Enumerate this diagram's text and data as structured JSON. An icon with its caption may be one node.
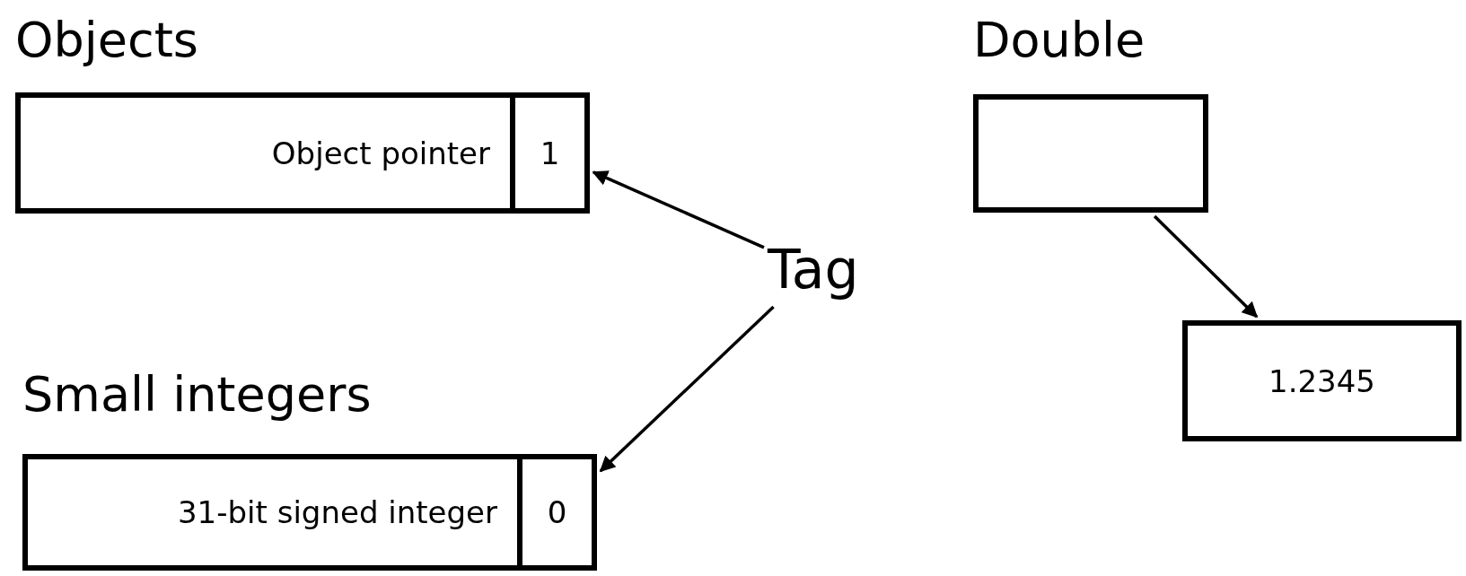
{
  "diagram": {
    "nodes": [
      {
        "text": [
          "Objects"
        ]
      },
      {
        "text": [
          "Object pointer"
        ],
        "in": 0
      },
      {
        "text": [
          "1"
        ],
        "in": 0
      },
      {
        "text": [
          "Tag"
        ]
      },
      {
        "text": [
          "Small integers"
        ]
      },
      {
        "text": [
          "31-bit signed integer"
        ],
        "in": 4
      },
      {
        "text": [
          "0"
        ],
        "in": 4
      },
      {
        "text": [
          "Double"
        ]
      },
      {
        "text": [
          "1.2345"
        ]
      }
    ],
    "edges": [
      {
        "from": 3,
        "to": 2,
        "arrow": "to"
      },
      {
        "from": 3,
        "to": 6,
        "arrow": "to"
      },
      {
        "from": 7,
        "to": 8,
        "arrow": "to"
      }
    ]
  }
}
